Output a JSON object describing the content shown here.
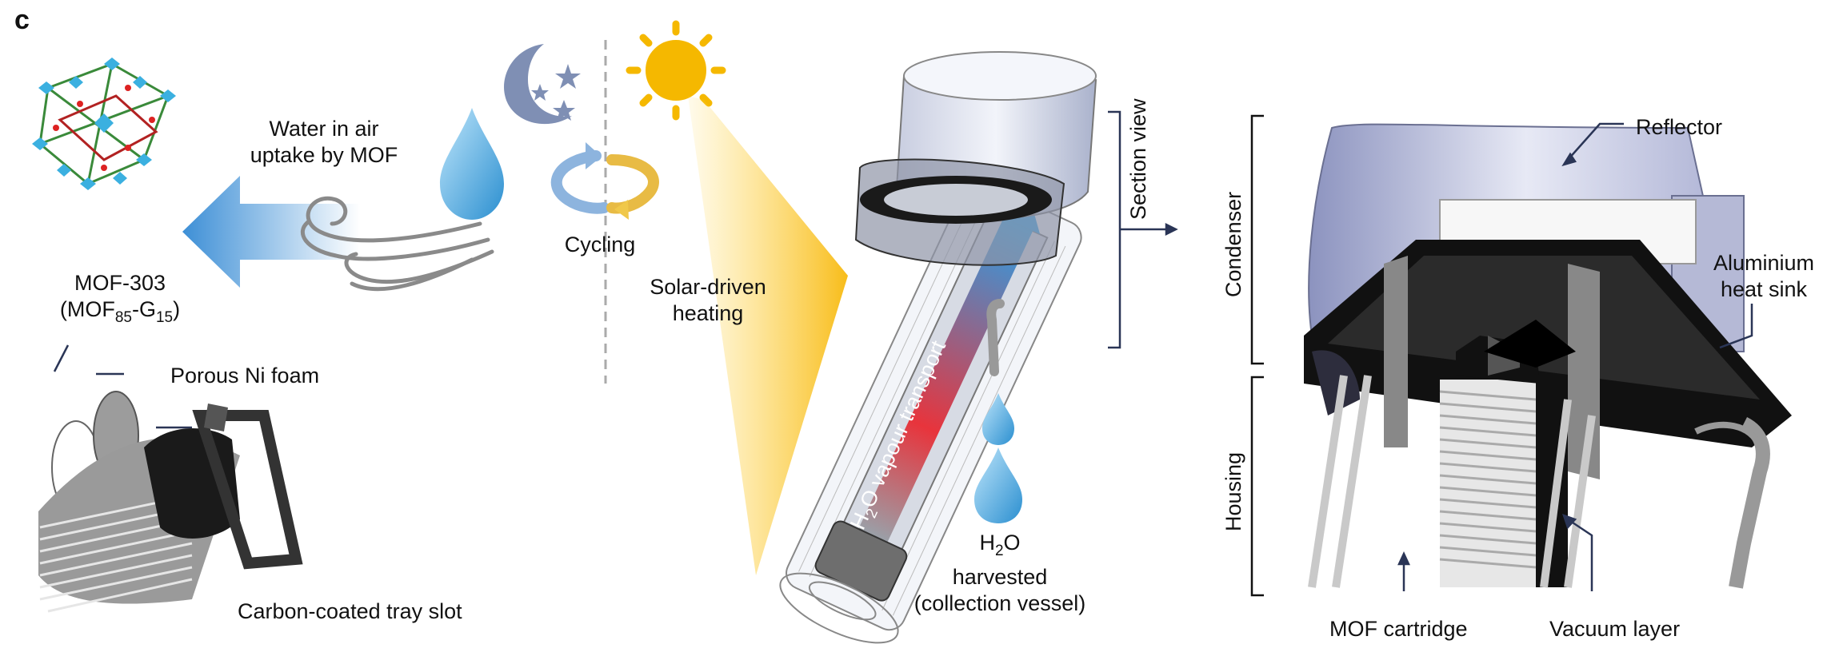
{
  "panel_label": "c",
  "labels": {
    "water_uptake_line1": "Water in air",
    "water_uptake_line2": "uptake by MOF",
    "mof_name": "MOF-303",
    "mof_formula_open": "(MOF",
    "mof_formula_sub1": "85",
    "mof_formula_mid": "-G",
    "mof_formula_sub2": "15",
    "mof_formula_close": ")",
    "porous_ni_foam": "Porous Ni foam",
    "carbon_tray": "Carbon-coated tray slot",
    "cycling": "Cycling",
    "solar_line1": "Solar-driven",
    "solar_line2": "heating",
    "vapour_prefix": "H",
    "vapour_sub": "2",
    "vapour_text": "O vapour transport",
    "section_view": "Section view",
    "harvest_prefix": "H",
    "harvest_sub": "2",
    "harvest_o": "O",
    "harvest_line2": "harvested",
    "harvest_line3": "(collection vessel)",
    "condenser": "Condenser",
    "housing": "Housing",
    "reflector": "Reflector",
    "heat_sink_line1": "Aluminium",
    "heat_sink_line2": "heat sink",
    "mof_cartridge": "MOF cartridge",
    "vacuum_layer": "Vacuum layer"
  },
  "colors": {
    "sun": "#f5b800",
    "moon": "#7f8fb4",
    "water": "#4aa8dc",
    "arrow_blue": "#3d8fd6",
    "vapour_red": "#e8343c",
    "wind": "#8a8a8a"
  },
  "icons": [
    "moon-icon",
    "sun-icon",
    "water-drop-icon",
    "wind-icon",
    "cycle-arrows-icon"
  ]
}
